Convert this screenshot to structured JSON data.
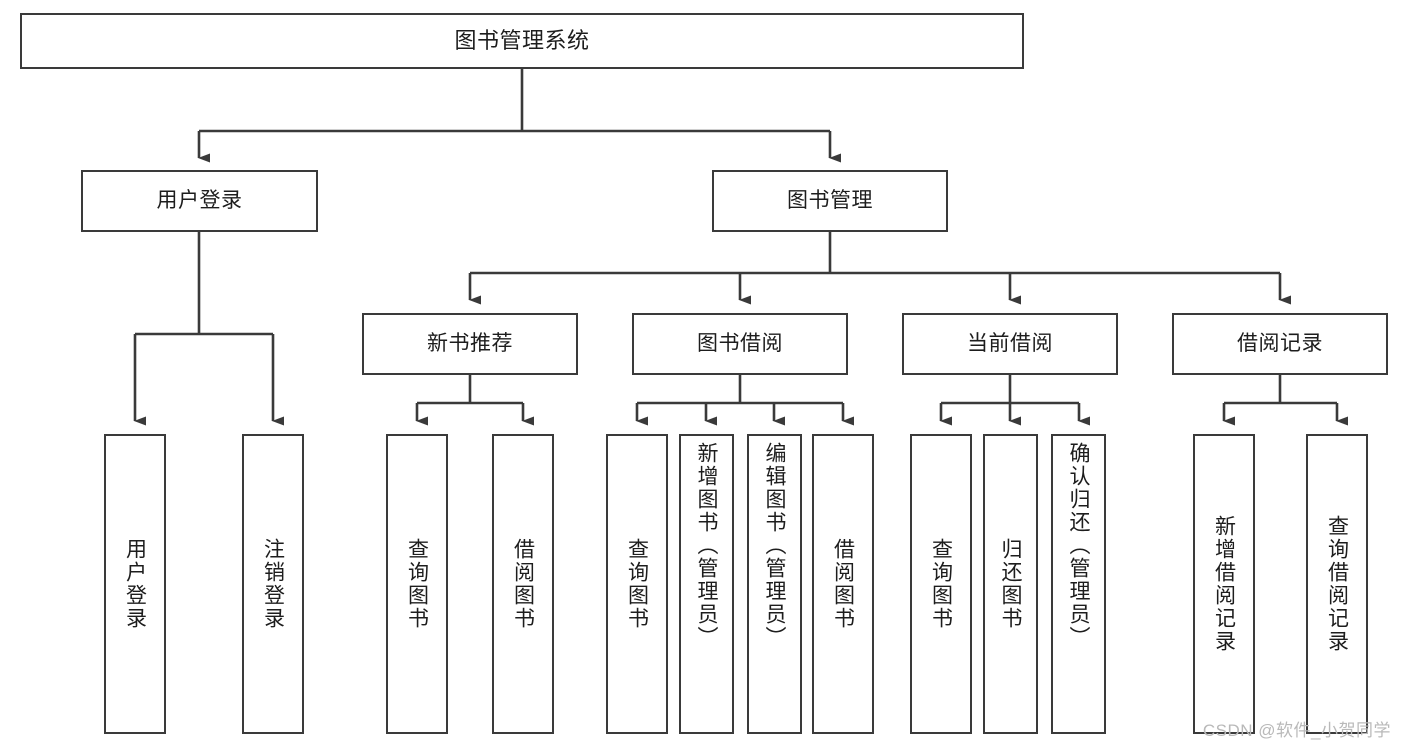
{
  "diagram": {
    "type": "tree",
    "title": "图书管理系统",
    "orientation": "top-down",
    "colors": {
      "box_border": "#3a3a3a",
      "box_fill": "#ffffff",
      "connector": "#3a3a3a",
      "text": "#1d1d1d",
      "watermark": "#b9b9b9",
      "background": "#ffffff"
    },
    "levels": {
      "level0": "系统",
      "level1": "模块",
      "level2": "子模块",
      "level3": "功能"
    }
  },
  "root": {
    "label": "图书管理系统"
  },
  "branches": [
    {
      "label": "用户登录",
      "children": [
        {
          "label": "用户登录"
        },
        {
          "label": "注销登录"
        }
      ]
    },
    {
      "label": "图书管理",
      "groups": [
        {
          "label": "新书推荐",
          "children": [
            {
              "label": "查询图书"
            },
            {
              "label": "借阅图书"
            }
          ]
        },
        {
          "label": "图书借阅",
          "children": [
            {
              "label": "查询图书"
            },
            {
              "label": "新增图书（管理员）"
            },
            {
              "label": "编辑图书（管理员）"
            },
            {
              "label": "借阅图书"
            }
          ]
        },
        {
          "label": "当前借阅",
          "children": [
            {
              "label": "查询图书"
            },
            {
              "label": "归还图书"
            },
            {
              "label": "确认归还（管理员）"
            }
          ]
        },
        {
          "label": "借阅记录",
          "children": [
            {
              "label": "新增借阅记录"
            },
            {
              "label": "查询借阅记录"
            }
          ]
        }
      ]
    }
  ],
  "watermark": {
    "text": "CSDN @软件_小贺同学"
  }
}
